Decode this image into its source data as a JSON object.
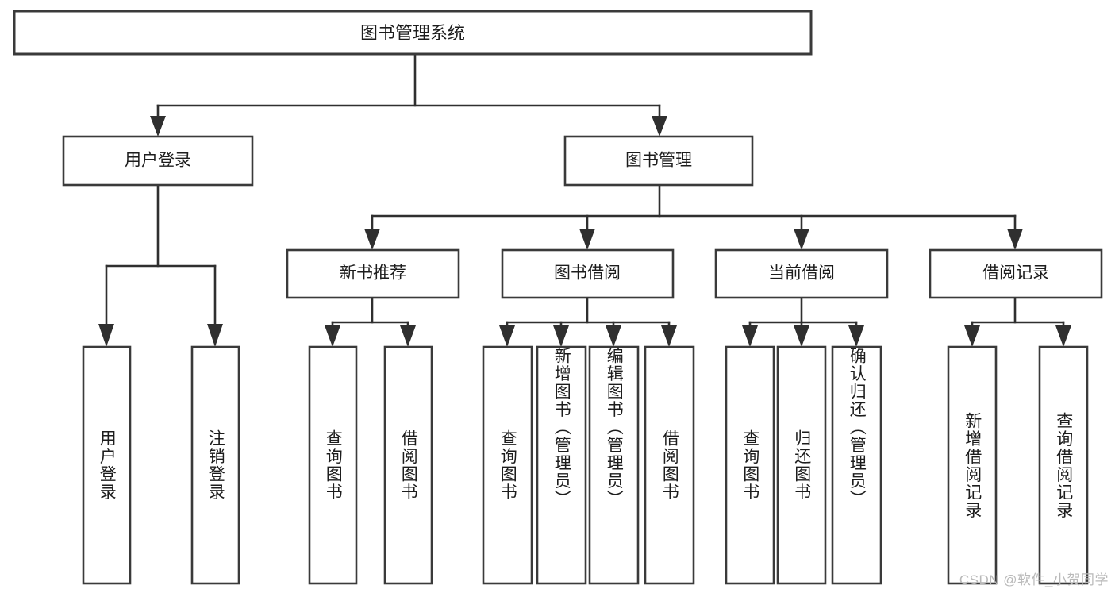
{
  "diagram": {
    "type": "tree",
    "title": "图书管理系统",
    "root": {
      "label": "图书管理系统",
      "children": [
        {
          "label": "用户登录",
          "children": [
            {
              "label": "用户登录"
            },
            {
              "label": "注销登录"
            }
          ]
        },
        {
          "label": "图书管理",
          "children": [
            {
              "label": "新书推荐",
              "children": [
                {
                  "label": "查询图书"
                },
                {
                  "label": "借阅图书"
                }
              ]
            },
            {
              "label": "图书借阅",
              "children": [
                {
                  "label": "查询图书"
                },
                {
                  "label": "新增图书（管理员）"
                },
                {
                  "label": "编辑图书（管理员）"
                },
                {
                  "label": "借阅图书"
                }
              ]
            },
            {
              "label": "当前借阅",
              "children": [
                {
                  "label": "查询图书"
                },
                {
                  "label": "归还图书"
                },
                {
                  "label": "确认归还（管理员）"
                }
              ]
            },
            {
              "label": "借阅记录",
              "children": [
                {
                  "label": "新增借阅记录"
                },
                {
                  "label": "查询借阅记录"
                }
              ]
            }
          ]
        }
      ]
    },
    "nodes": {
      "root": "图书管理系统",
      "user_login": "用户登录",
      "book_manage": "图书管理",
      "new_book_rec": "新书推荐",
      "book_borrow": "图书借阅",
      "current_borrow": "当前借阅",
      "borrow_record": "借阅记录",
      "leaf_user_login": "用户登录",
      "leaf_logout": "注销登录",
      "leaf_query_book_1": "查询图书",
      "leaf_borrow_book_1": "借阅图书",
      "leaf_query_book_2": "查询图书",
      "leaf_add_book_admin": "新增图书（管理员）",
      "leaf_edit_book_admin": "编辑图书（管理员）",
      "leaf_borrow_book_2": "借阅图书",
      "leaf_query_book_3": "查询图书",
      "leaf_return_book": "归还图书",
      "leaf_confirm_return_admin": "确认归还（管理员）",
      "leaf_add_record": "新增借阅记录",
      "leaf_query_record": "查询借阅记录"
    },
    "colors": {
      "box_stroke": "#3a3a3a",
      "connector": "#2f2f2f",
      "text": "#1d1d1d",
      "background": "#ffffff",
      "watermark": "#b9b9b9"
    }
  },
  "watermark": {
    "text": "CSDN @软件_小贺同学"
  }
}
